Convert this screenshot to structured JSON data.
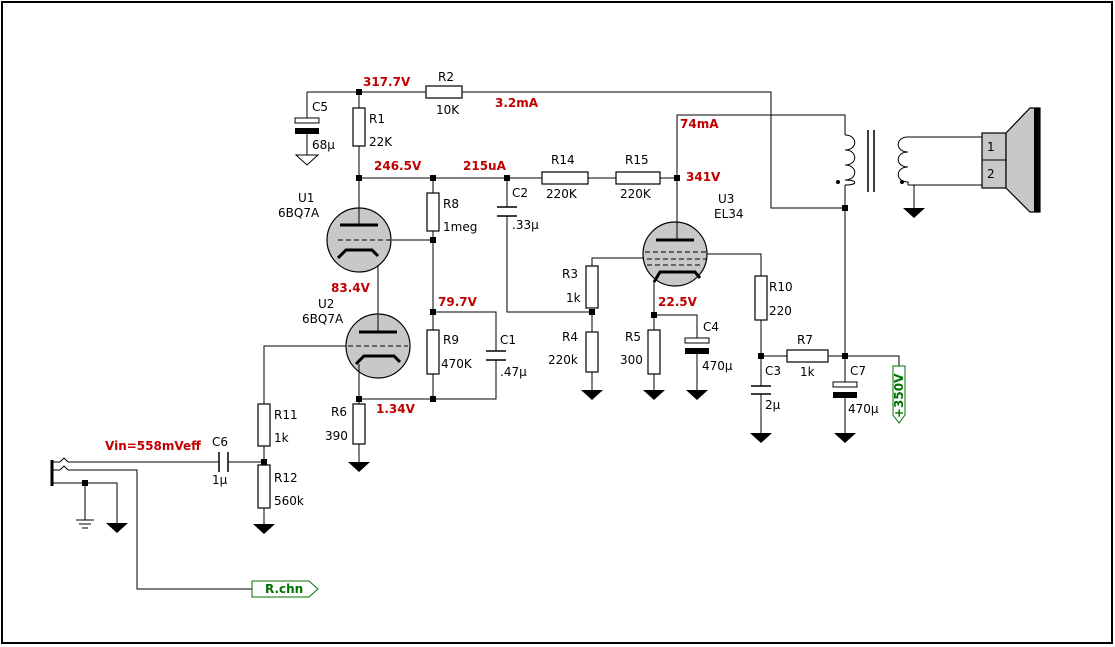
{
  "colors": {
    "wire": "#000000",
    "annotation": "#c00000",
    "port": "#007000",
    "tube_fill": "#c8c8c8",
    "background": "#ffffff"
  },
  "components": {
    "R1": {
      "ref": "R1",
      "value": "22K"
    },
    "R2": {
      "ref": "R2",
      "value": "10K"
    },
    "R3": {
      "ref": "R3",
      "value": "1k"
    },
    "R4": {
      "ref": "R4",
      "value": "220k"
    },
    "R5": {
      "ref": "R5",
      "value": "300"
    },
    "R6": {
      "ref": "R6",
      "value": "390"
    },
    "R7": {
      "ref": "R7",
      "value": "1k"
    },
    "R8": {
      "ref": "R8",
      "value": "1meg"
    },
    "R9": {
      "ref": "R9",
      "value": "470K"
    },
    "R10": {
      "ref": "R10",
      "value": "220"
    },
    "R11": {
      "ref": "R11",
      "value": "1k"
    },
    "R12": {
      "ref": "R12",
      "value": "560k"
    },
    "R14": {
      "ref": "R14",
      "value": "220K"
    },
    "R15": {
      "ref": "R15",
      "value": "220K"
    },
    "C1": {
      "ref": "C1",
      "value": ".47µ"
    },
    "C2": {
      "ref": "C2",
      "value": ".33µ"
    },
    "C3": {
      "ref": "C3",
      "value": "2µ"
    },
    "C4": {
      "ref": "C4",
      "value": "470µ"
    },
    "C5": {
      "ref": "C5",
      "value": "68µ"
    },
    "C6": {
      "ref": "C6",
      "value": "1µ"
    },
    "C7": {
      "ref": "C7",
      "value": "470µ"
    },
    "U1": {
      "ref": "U1",
      "value": "6BQ7A"
    },
    "U2": {
      "ref": "U2",
      "value": "6BQ7A"
    },
    "U3": {
      "ref": "U3",
      "value": "EL34"
    }
  },
  "annotations": {
    "v_supply": "317.7V",
    "i_r2": "3.2mA",
    "v_u1_plate": "246.5V",
    "i_div": "215uA",
    "v_u3_grid2": "341V",
    "i_u3": "74mA",
    "v_u1_cathode": "83.4V",
    "v_u2_plate": "79.7V",
    "v_u2_cathode": "1.34V",
    "v_u3_cathode": "22.5V",
    "v_in": "Vin=558mVeff"
  },
  "ports": {
    "supply": "+350V",
    "right_channel": "R.chn"
  },
  "speaker": {
    "pin1": "1",
    "pin2": "2"
  }
}
